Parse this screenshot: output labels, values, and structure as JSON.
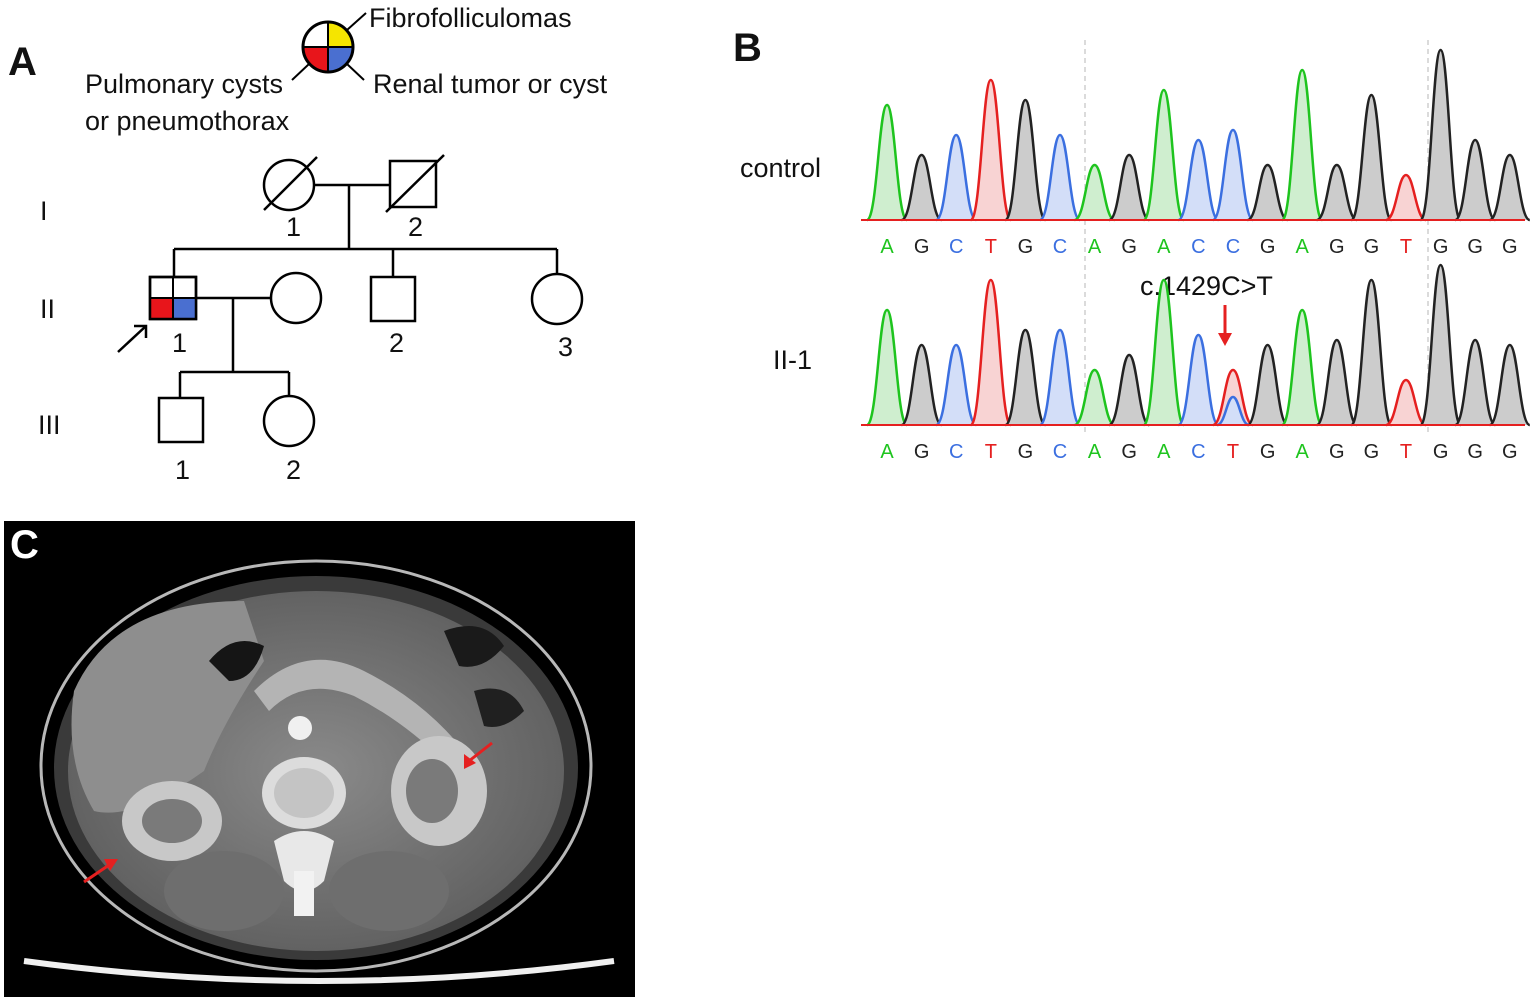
{
  "panels": {
    "a": "A",
    "b": "B",
    "c": "C"
  },
  "legend": {
    "top_right": "Fibrofolliculomas",
    "bottom_left_line1": "Pulmonary cysts",
    "bottom_left_line2": "or pneumothorax",
    "bottom_right": "Renal tumor or cyst",
    "colors": {
      "fibrofolliculomas": "#f5e500",
      "pulmonary": "#e8151b",
      "renal": "#4a6fd0"
    }
  },
  "pedigree": {
    "generations": [
      "I",
      "II",
      "III"
    ],
    "gen1": [
      "1",
      "2"
    ],
    "gen2": [
      "1",
      "2",
      "3"
    ],
    "gen3": [
      "1",
      "2"
    ]
  },
  "chromatogram": {
    "row_labels": {
      "control": "control",
      "patient": "II-1"
    },
    "mutation_label": "c.1429C>T",
    "control_seq": [
      "A",
      "G",
      "C",
      "T",
      "G",
      "C",
      "A",
      "G",
      "A",
      "C",
      "C",
      "G",
      "A",
      "G",
      "G",
      "T",
      "G",
      "G",
      "G"
    ],
    "patient_seq": [
      "A",
      "G",
      "C",
      "T",
      "G",
      "C",
      "A",
      "G",
      "A",
      "C",
      "T",
      "G",
      "A",
      "G",
      "G",
      "T",
      "G",
      "G",
      "G"
    ],
    "base_colors": {
      "A": "#1ec41e",
      "G": "#222222",
      "C": "#3b6fe0",
      "T": "#e52020"
    }
  }
}
